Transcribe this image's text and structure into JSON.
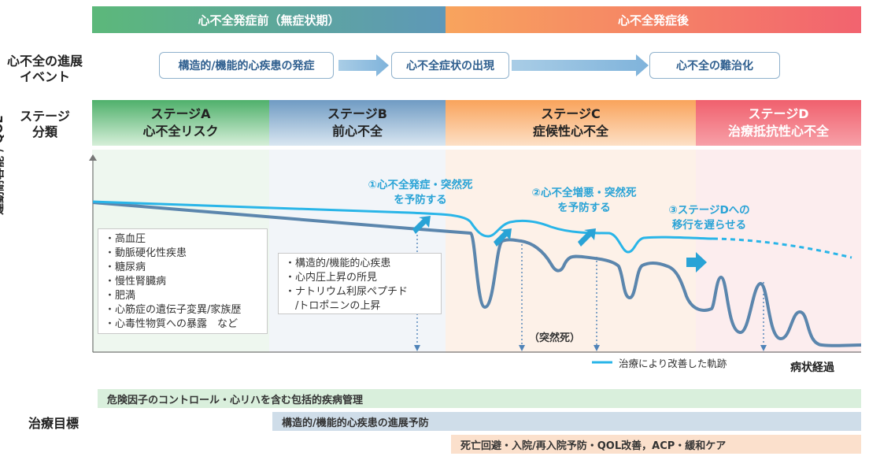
{
  "phases": {
    "pre": "心不全発症前（無症状期）",
    "post": "心不全発症後"
  },
  "row_labels": {
    "events": "心不全の進展\nイベント",
    "stages": "ステージ\n分類",
    "yaxis": "運動耐容能 / QOL",
    "goals": "治療目標"
  },
  "events": [
    "構造的/機能的心疾患の発症",
    "心不全症状の出現",
    "心不全の難治化"
  ],
  "stages": [
    {
      "name": "ステージA",
      "desc": "心不全リスク"
    },
    {
      "name": "ステージB",
      "desc": "前心不全"
    },
    {
      "name": "ステージC",
      "desc": "症候性心不全"
    },
    {
      "name": "ステージD",
      "desc": "治療抵抗性心不全"
    }
  ],
  "risk_factors": [
    "・高血圧",
    "・動脈硬化性疾患",
    "・糖尿病",
    "・慢性腎臓病",
    "・肥満",
    "・心筋症の遺伝子変異/家族歴",
    "・心毒性物質への暴露　など"
  ],
  "stage_b_findings": [
    "・構造的/機能的心疾患",
    "・心内圧上昇の所見",
    "・ナトリウム利尿ペプチド",
    "　/トロポニンの上昇"
  ],
  "annotations": {
    "a1": "①心不全発症・突然死\nを予防する",
    "a2": "②心不全増悪・突然死\nを予防する",
    "a3": "③ステージDへの\n移行を遅らせる",
    "sudden_death": "（突然死）"
  },
  "legend": "治療により改善した軌跡",
  "xaxis": "病状経過",
  "goals": [
    "危険因子のコントロール・心リハを含む包括的疾病管理",
    "構造的/機能的心疾患の進展予防",
    "死亡回避・入院/再入院予防・QOL改善，ACP・緩和ケア"
  ],
  "colors": {
    "green": "#5cb87a",
    "blue": "#5b8fb9",
    "orange": "#f7a35c",
    "red": "#f06370",
    "curve_dark": "#5b86ad",
    "curve_light": "#29b5e8"
  }
}
